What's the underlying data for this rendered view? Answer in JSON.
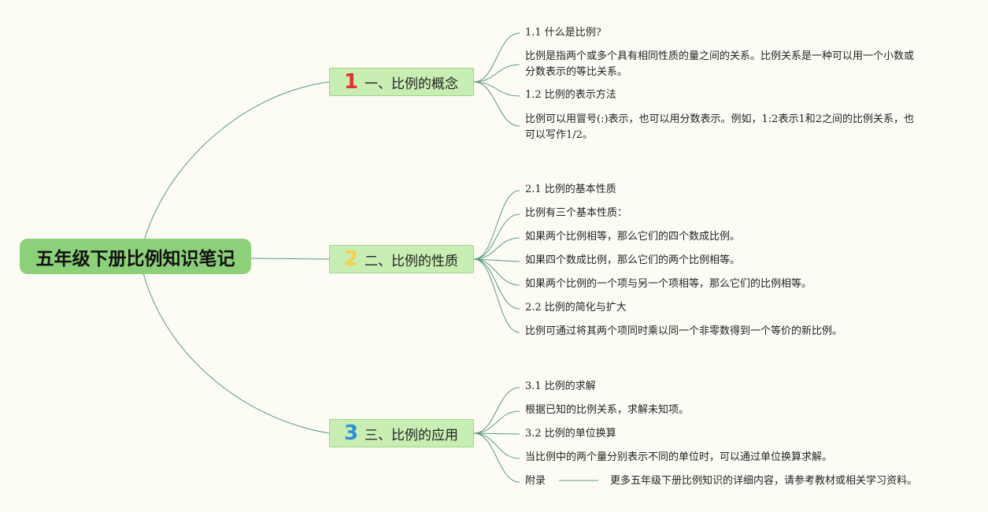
{
  "root": {
    "title": "五年级下册比例知识笔记"
  },
  "branches": [
    {
      "number": "1",
      "number_color": "#e0312f",
      "title": "一、比例的概念",
      "items": [
        "1.1 什么是比例?",
        "比例是指两个或多个具有相同性质的量之间的关系。比例关系是一种可以用一个小数或分数表示的等比关系。",
        "1.2 比例的表示方法",
        "比例可以用冒号(:)表示，也可以用分数表示。例如，1:2表示1和2之间的比例关系，也可以写作1/2。"
      ]
    },
    {
      "number": "2",
      "number_color": "#f2d24a",
      "title": "二、比例的性质",
      "items": [
        "2.1 比例的基本性质",
        "比例有三个基本性质：",
        "如果两个比例相等，那么它们的四个数成比例。",
        "如果四个数成比例，那么它们的两个比例相等。",
        "如果两个比例的一个项与另一个项相等，那么它们的比例相等。",
        "2.2 比例的简化与扩大",
        "比例可通过将其两个项同时乘以同一个非零数得到一个等价的新比例。"
      ]
    },
    {
      "number": "3",
      "number_color": "#2f8fd8",
      "title": "三、比例的应用",
      "items": [
        "3.1 比例的求解",
        "根据已知的比例关系，求解未知项。",
        "3.2 比例的单位换算",
        "当比例中的两个量分别表示不同的单位时，可以通过单位换算求解。",
        "附录"
      ],
      "appendix_detail": "更多五年级下册比例知识的详细内容，请参考教材或相关学习资料。"
    }
  ],
  "colors": {
    "line": "#5a9a74",
    "root_bg": "#8dd07a",
    "branch_bg": "#c8eeb3",
    "background": "#fdfcf4"
  }
}
